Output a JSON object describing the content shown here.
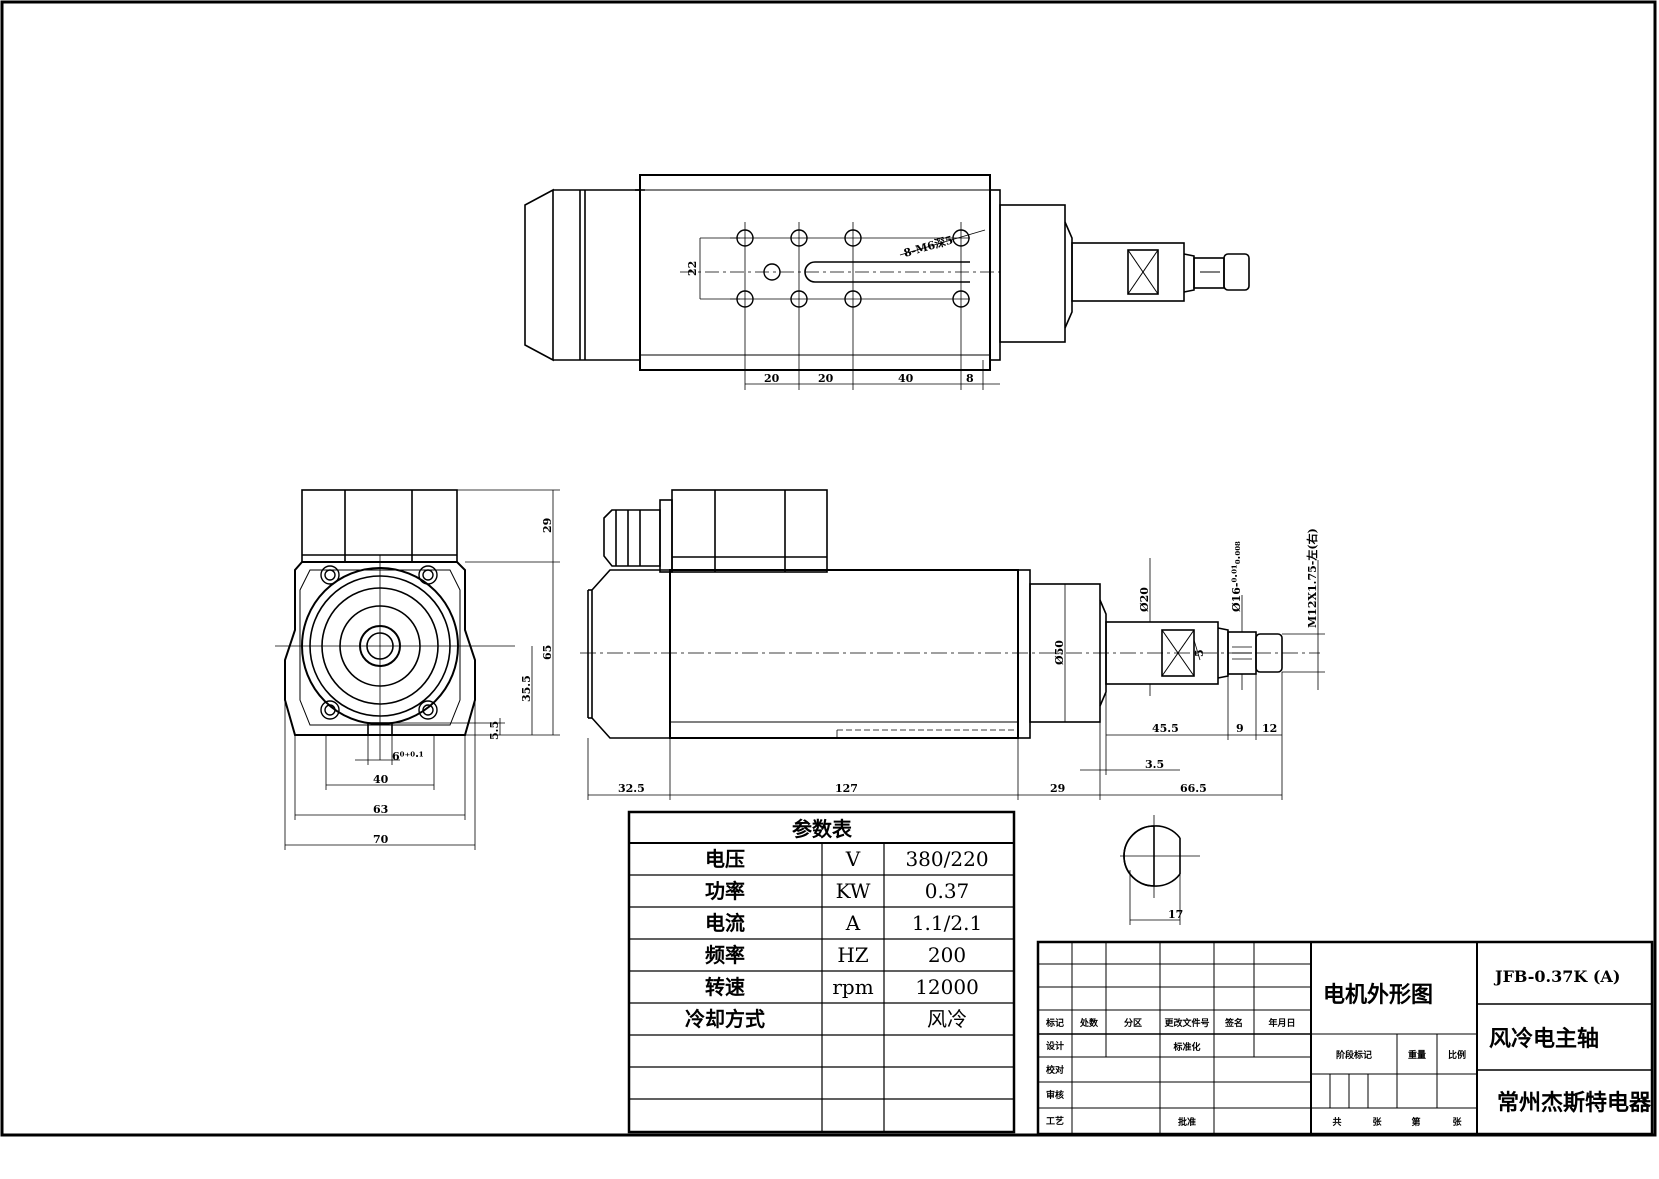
{
  "views": {
    "top": {
      "hole_callout": "8-M6深5",
      "dims": [
        "22",
        "20",
        "20",
        "40",
        "8"
      ]
    },
    "end": {
      "dims": [
        "29",
        "65",
        "35.5",
        "5.5",
        "6⁰⁺⁰·¹",
        "40",
        "63",
        "70"
      ]
    },
    "side": {
      "dims": [
        "Ø50",
        "Ø20",
        "Ø16-⁰·⁰¹₀.₀₀₈",
        "M12X1.75-左(右)",
        "5",
        "45.5",
        "9",
        "12",
        "3.5",
        "32.5",
        "127",
        "29",
        "66.5"
      ]
    },
    "section": {
      "dim": "17"
    }
  },
  "params": {
    "title": "参数表",
    "rows": [
      {
        "name": "电压",
        "unit": "V",
        "value": "380/220"
      },
      {
        "name": "功率",
        "unit": "KW",
        "value": "0.37"
      },
      {
        "name": "电流",
        "unit": "A",
        "value": "1.1/2.1"
      },
      {
        "name": "频率",
        "unit": "HZ",
        "value": "200"
      },
      {
        "name": "转速",
        "unit": "rpm",
        "value": "12000"
      },
      {
        "name": "冷却方式",
        "unit": "",
        "value": "风冷"
      }
    ]
  },
  "titleblock": {
    "header": [
      "标记",
      "处数",
      "分区",
      "更改文件号",
      "签名",
      "年月日"
    ],
    "rows": [
      "设计",
      "校对",
      "审核",
      "工艺"
    ],
    "standardize": "标准化",
    "approve": "批准",
    "stage_cols": [
      "阶段标记",
      "重量",
      "比例"
    ],
    "sheet_line": [
      "共",
      "张",
      "第",
      "张"
    ],
    "drawing_title": "电机外形图",
    "model": "JFB-0.37K (A)",
    "product": "风冷电主轴",
    "company": "常州杰斯特电器"
  }
}
